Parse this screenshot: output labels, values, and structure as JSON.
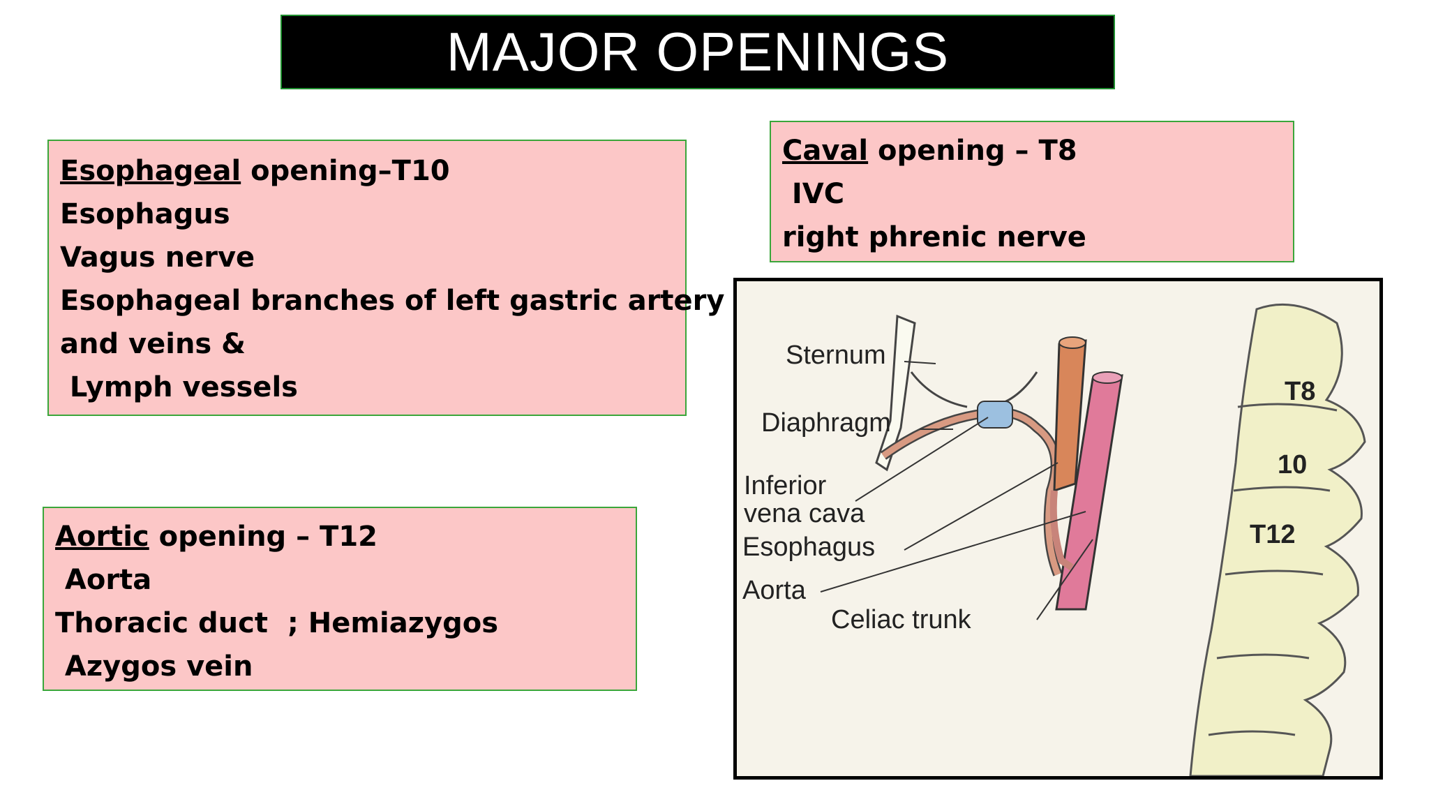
{
  "title": "MAJOR OPENINGS",
  "esophageal": {
    "heading_underlined": "Esophageal",
    "heading_rest": " opening–T10",
    "items": [
      "Esophagus",
      "Vagus nerve",
      "Esophageal branches of left gastric artery",
      "and veins &",
      " Lymph vessels"
    ]
  },
  "caval": {
    "heading_underlined": "Caval",
    "heading_rest": " opening – T8",
    "items": [
      " IVC",
      "right phrenic nerve"
    ]
  },
  "aortic": {
    "heading_underlined": "Aortic",
    "heading_rest": " opening – T12",
    "items": [
      " Aorta",
      "Thoracic duct  ; Hemiazygos",
      " Azygos vein"
    ]
  },
  "diagram": {
    "labels": {
      "sternum": "Sternum",
      "diaphragm": "Diaphragm",
      "ivc_line1": "Inferior",
      "ivc_line2": "vena cava",
      "esophagus": "Esophagus",
      "aorta": "Aorta",
      "celiac": "Celiac trunk"
    },
    "vertebrae": {
      "t8": "T8",
      "t10": "10",
      "t12": "T12"
    },
    "colors": {
      "ivc": "#d8865a",
      "aorta": "#e07a9a",
      "opening": "#9cc0e0",
      "vertebra": "#f1f0c8",
      "diaphragm": "#d89a82"
    }
  }
}
